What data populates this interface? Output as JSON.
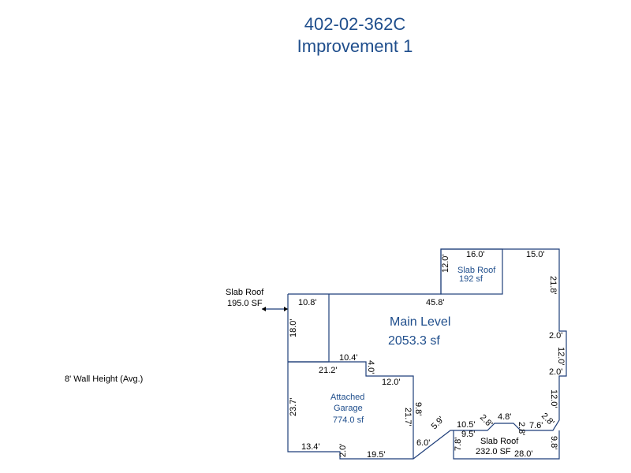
{
  "title": {
    "parcel": "402-02-362C",
    "improvement": "Improvement 1"
  },
  "notes": {
    "wall_height": "8' Wall Height (Avg.)",
    "slab_roof_left_label": "Slab Roof",
    "slab_roof_left_area": "195.0 SF"
  },
  "areas": {
    "main_level_name": "Main Level",
    "main_level_area": "2053.3 sf",
    "garage_name_1": "Attached",
    "garage_name_2": "Garage",
    "garage_area": "774.0 sf",
    "slab_top_name": "Slab Roof",
    "slab_top_area": "192 sf",
    "slab_bottom_name": "Slab Roof",
    "slab_bottom_area": "232.0 SF"
  },
  "dimensions": {
    "d_16_0": "16.0'",
    "d_15_0": "15.0'",
    "d_12_0_top": "12.0'",
    "d_21_8": "21.8'",
    "d_10_8": "10.8'",
    "d_45_8": "45.8'",
    "d_18_0": "18.0'",
    "d_2_0_a": "2.0'",
    "d_12_0_right": "12.0'",
    "d_2_0_b": "2.0'",
    "d_10_4": "10.4'",
    "d_21_2": "21.2'",
    "d_4_0": "4.0'",
    "d_12_0_mid": "12.0'",
    "d_12_0_rlow": "12.0'",
    "d_23_7": "23.7'",
    "d_21_7": "21.7'",
    "d_9_8_left": "9.8'",
    "d_5_9": "5.9'",
    "d_10_5": "10.5'",
    "d_2_8_a": "2.8'",
    "d_4_8": "4.8'",
    "d_2_8_b": "2.8'",
    "d_2_8_c": "2.8'",
    "d_7_6": "7.6'",
    "d_9_5": "9.5'",
    "d_6_0": "6.0'",
    "d_7_8": "7.8'",
    "d_9_8_right": "9.8'",
    "d_13_4": "13.4'",
    "d_2_0_c": "2.0'",
    "d_19_5": "19.5'",
    "d_28_0": "28.0'"
  }
}
